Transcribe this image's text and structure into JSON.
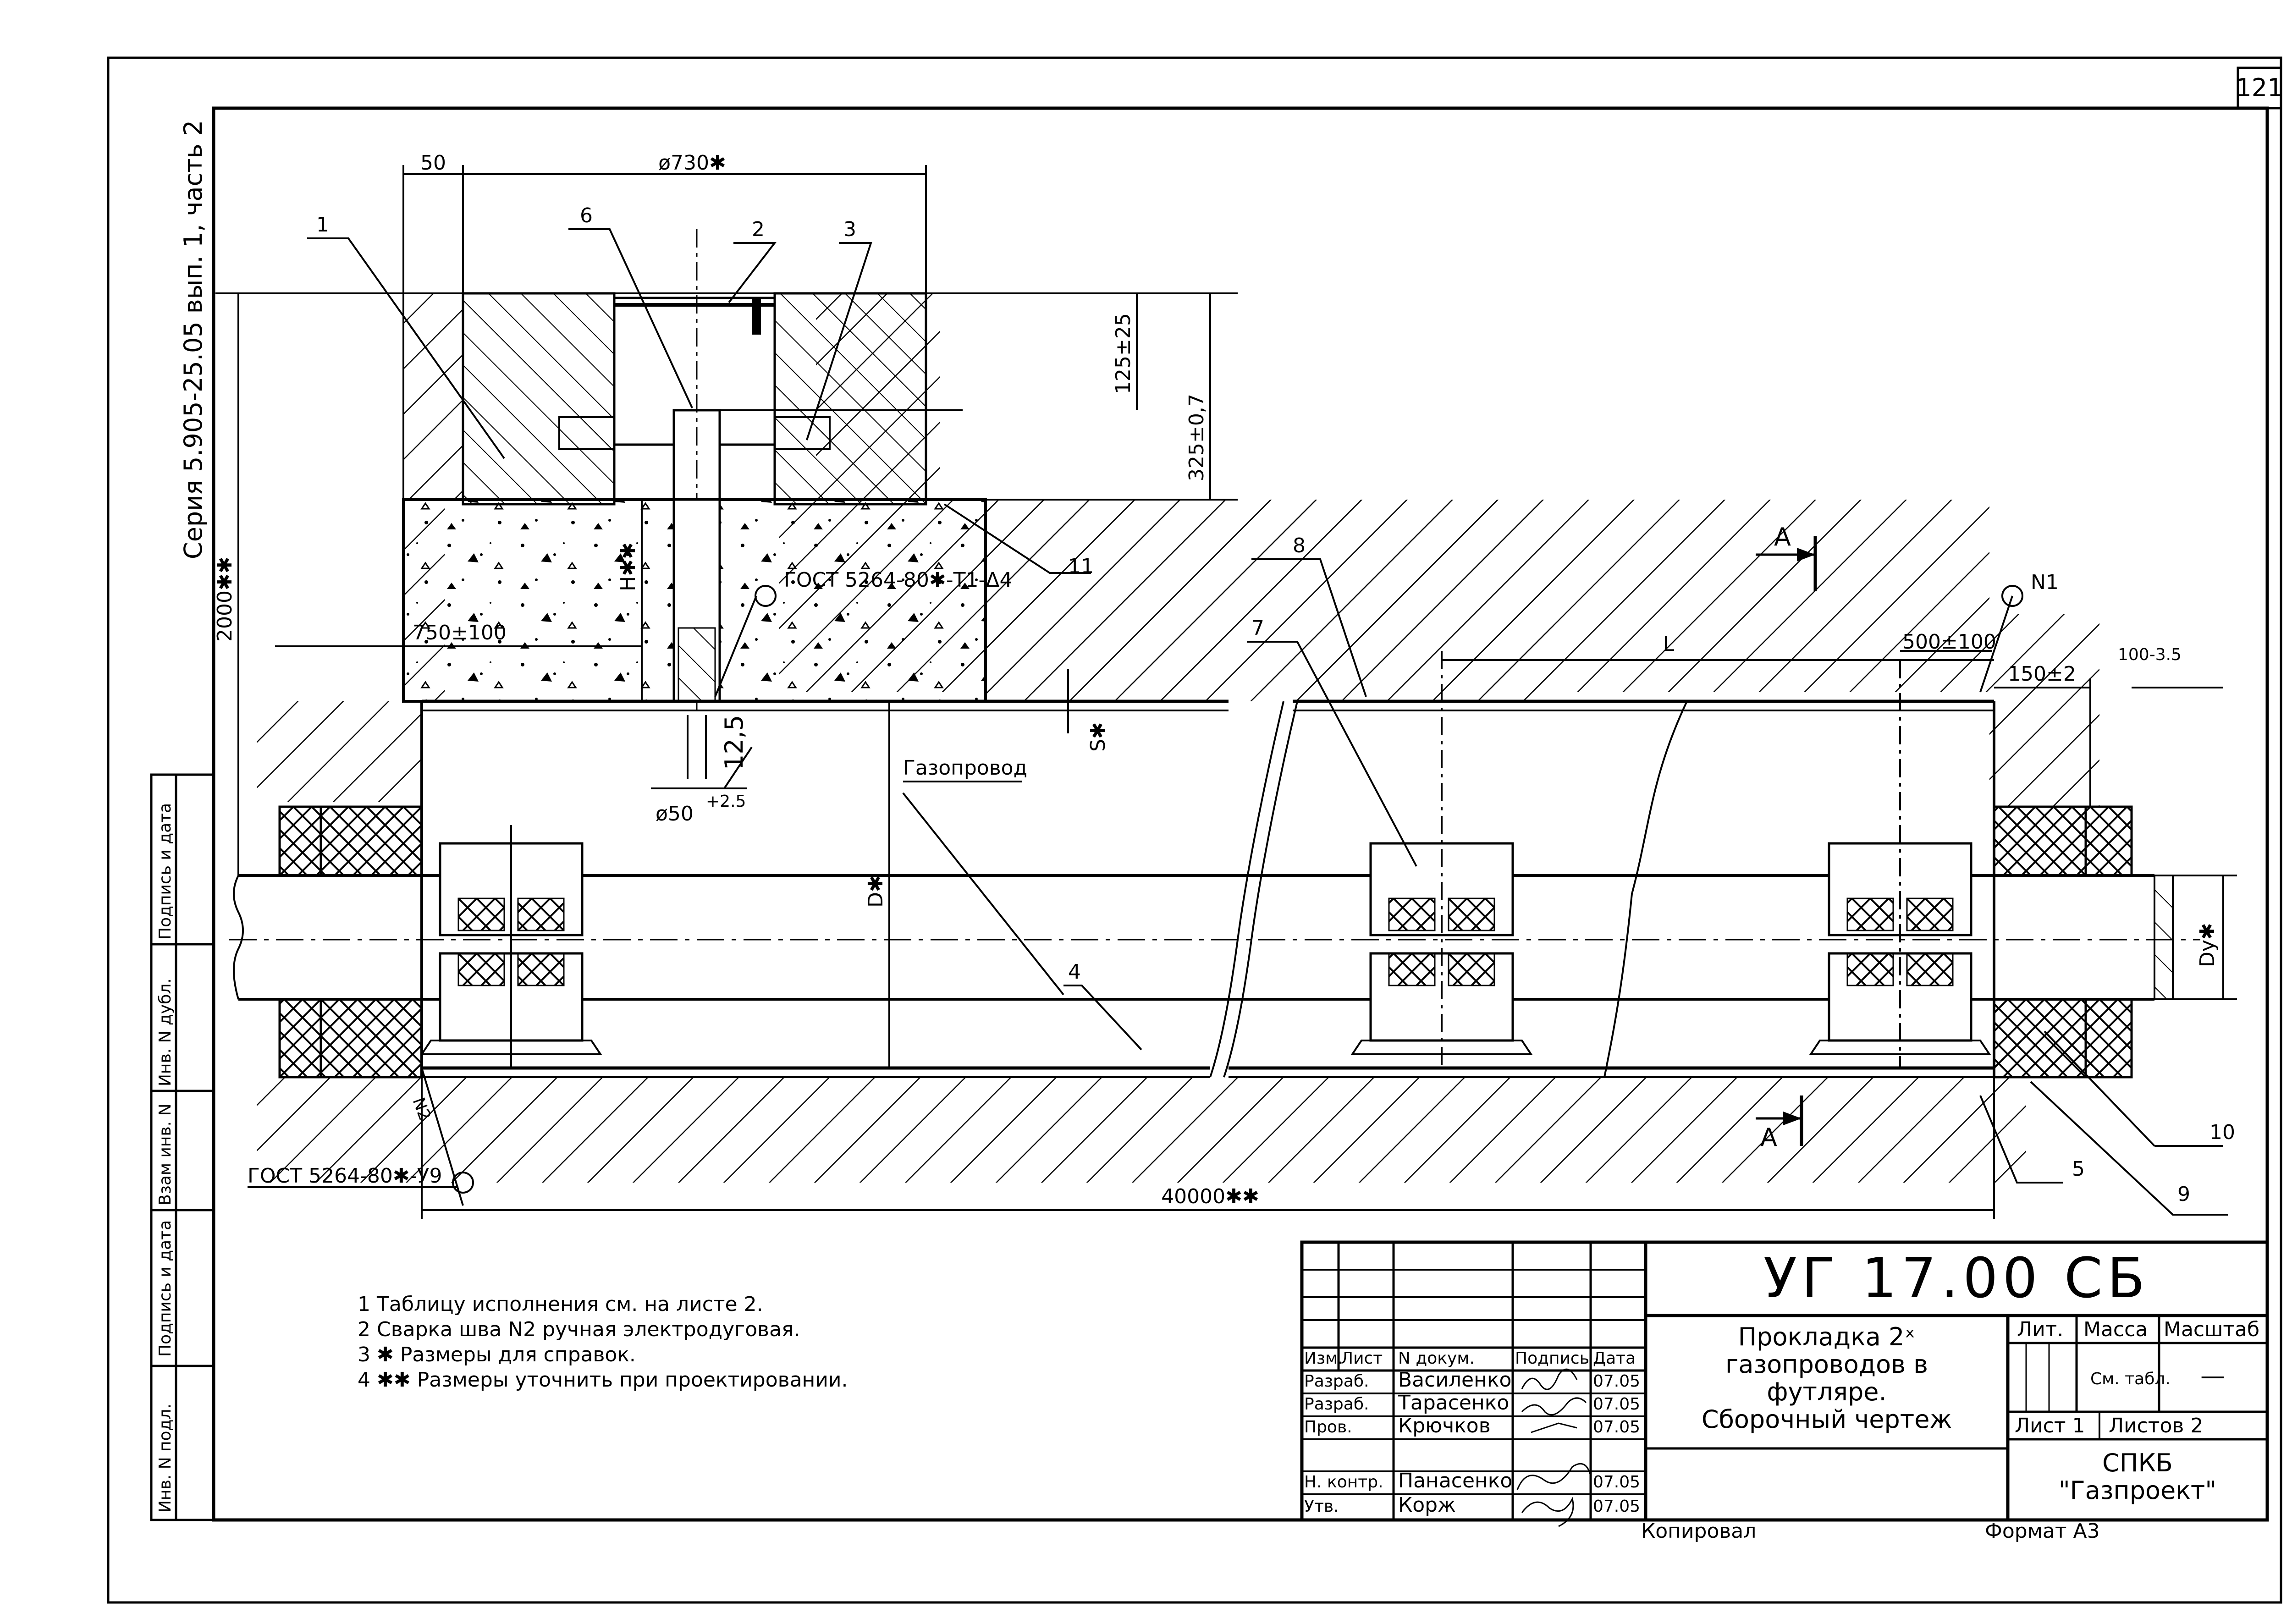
{
  "page_number": "121",
  "series_side": "Серия 5.905-25.05 вып. 1, часть 2",
  "side_stamp": [
    "Инв. N подл.",
    "Подпись и дата",
    "Взам инв. N",
    "Инв. N дубл.",
    "Подпись и дата"
  ],
  "dimensions": {
    "d50": "50",
    "d730": "ø730✱",
    "d125": "125±25",
    "d325": "325±0,7",
    "d2000": "2000✱✱",
    "d750": "750±100",
    "hstar": "H✱✱",
    "d12_5": "12,5",
    "d50_hole": "ø50",
    "d50_tol": "+2.5",
    "sstar": "S✱",
    "dstar": "D✱",
    "L": "L",
    "d500": "500±100",
    "d150": "150±2",
    "d100": "100-3.5",
    "dy": "Dy✱",
    "d40000": "40000✱✱"
  },
  "labels": {
    "gost1": "ГОСТ 5264-80✱-Т1-Δ4",
    "gost2": "ГОСТ 5264-80✱-У9",
    "gas_pipe": "Газопровод",
    "section_a": "A",
    "n1": "N1",
    "weld_n2": "N2",
    "callouts": [
      "1",
      "2",
      "3",
      "4",
      "5",
      "6",
      "7",
      "8",
      "9",
      "10",
      "11"
    ]
  },
  "notes": [
    "1 Таблицу исполнения см. на листе 2.",
    "2 Сварка шва N2 ручная электродуговая.",
    "3 ✱ Размеры для справок.",
    "4 ✱✱ Размеры уточнить при проектировании."
  ],
  "title_block": {
    "doc_code": "УГ 17.00 СБ",
    "title_lines": [
      "Прокладка 2ˣ",
      "газопроводов в",
      "футляре.",
      "Сборочный чертеж"
    ],
    "col_headers": [
      "Изм.",
      "Лист",
      "N докум.",
      "Подпись",
      "Дата"
    ],
    "rows": [
      {
        "role": "Разраб.",
        "name": "Василенко",
        "date": "07.05"
      },
      {
        "role": "Разраб.",
        "name": "Тарасенко",
        "date": "07.05"
      },
      {
        "role": "Пров.",
        "name": "Крючков",
        "date": "07.05"
      },
      {
        "role": "Н. контр.",
        "name": "Панасенко",
        "date": "07.05"
      },
      {
        "role": "Утв.",
        "name": "Корж",
        "date": "07.05"
      }
    ],
    "lit": "Лит.",
    "mass": "Масса",
    "scale": "Масштаб",
    "mass_value": "См. табл.",
    "scale_value": "—",
    "sheet": "Лист 1",
    "sheets": "Листов 2",
    "org": [
      "СПКБ",
      "\"Газпроект\""
    ],
    "copied": "Копировал",
    "format": "Формат А3"
  }
}
